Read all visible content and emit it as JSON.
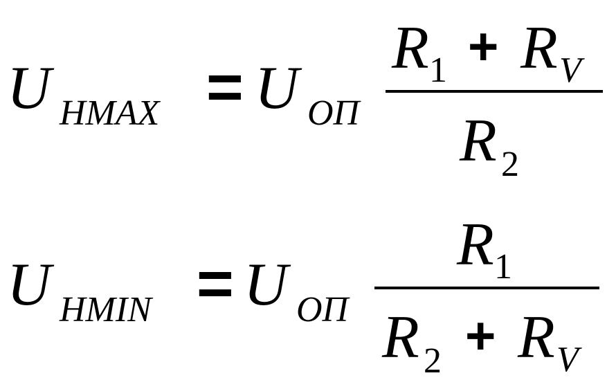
{
  "formulas": [
    {
      "lhs": {
        "symbol": "U",
        "subscript": "HMAX"
      },
      "equals": "=",
      "rhs": {
        "symbol": "U",
        "subscript": "ОП"
      },
      "numerator": [
        {
          "symbol": "R",
          "subscript": "1"
        },
        {
          "operator": "+"
        },
        {
          "symbol": "R",
          "subscript": "V"
        }
      ],
      "denominator": [
        {
          "symbol": "R",
          "subscript": "2"
        }
      ]
    },
    {
      "lhs": {
        "symbol": "U",
        "subscript": "HMIN"
      },
      "equals": "=",
      "rhs": {
        "symbol": "U",
        "subscript": "ОП"
      },
      "numerator": [
        {
          "symbol": "R",
          "subscript": "1"
        }
      ],
      "denominator": [
        {
          "symbol": "R",
          "subscript": "2"
        },
        {
          "operator": "+"
        },
        {
          "symbol": "R",
          "subscript": "V"
        }
      ]
    }
  ]
}
